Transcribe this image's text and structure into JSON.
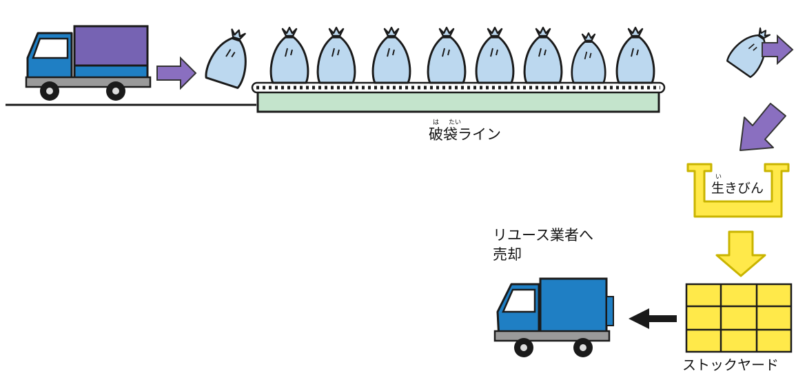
{
  "labels": {
    "line_ruby_1": "は",
    "line_ruby_2": "たい",
    "line": "破袋ライン",
    "bottle_ruby": "い",
    "bottle": "生きびん",
    "reuse_line1": "リユース業者へ",
    "reuse_line2": "売却",
    "stockyard": "ストックヤード"
  },
  "colors": {
    "truck_blue": "#1f7fc4",
    "truck_cargo": "#7663b3",
    "arrow_purple": "#8a6fc0",
    "bag_blue": "#bcd8ef",
    "conveyor_green": "#c4e4cc",
    "yellow": "#ffe94a",
    "yellow_outline": "#c9b400"
  },
  "icons": [
    "garbage-truck-icon",
    "arrow-right-icon",
    "garbage-bag-icon",
    "conveyor-belt-icon",
    "arrow-down-left-icon",
    "container-icon",
    "arrow-down-icon",
    "crate-icon",
    "arrow-left-icon",
    "delivery-truck-icon"
  ]
}
